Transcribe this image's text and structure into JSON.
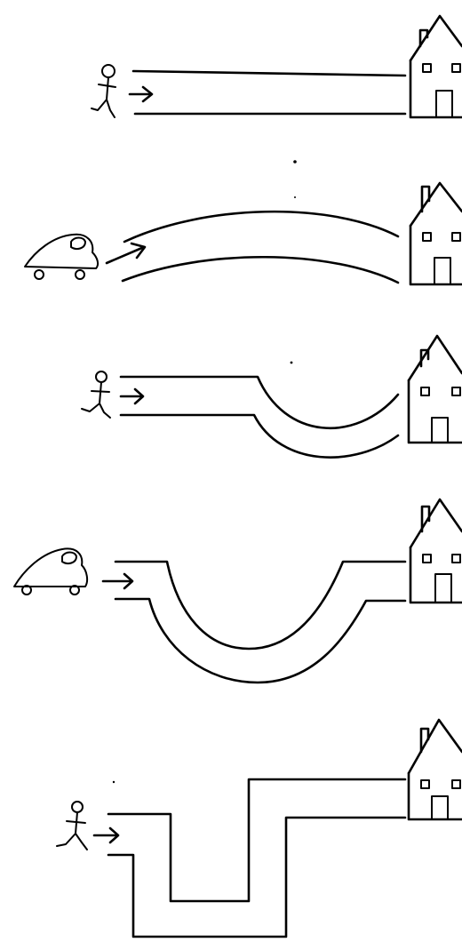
{
  "diagram": {
    "paths": [
      {
        "traveler": "stick-figure-walker-icon",
        "road": "straight"
      },
      {
        "traveler": "car-icon",
        "road": "hill"
      },
      {
        "traveler": "stick-figure-walker-icon",
        "road": "shallow-dip"
      },
      {
        "traveler": "car-icon",
        "road": "deep-u-valley"
      },
      {
        "traveler": "stick-figure-walker-icon",
        "road": "square-trench-then-step-up"
      }
    ],
    "destination_icon": "house-icon",
    "direction_icon": "right-arrow-icon",
    "ink_color": "#000000",
    "background_color": "#ffffff"
  }
}
